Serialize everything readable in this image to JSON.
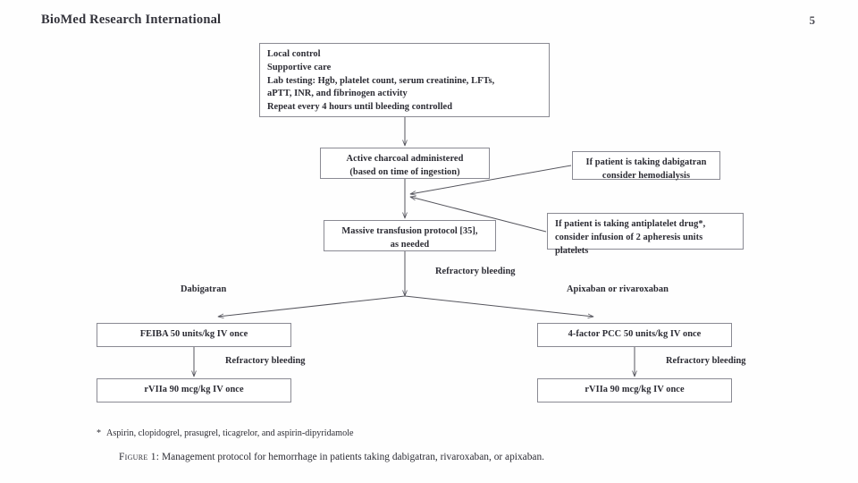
{
  "page": {
    "running_head": "BioMed Research International",
    "folio": "5"
  },
  "figure": {
    "nodes": {
      "initial": {
        "name": "initial-management-box",
        "lines": [
          "Local control",
          "Supportive care",
          "Lab testing: Hgb, platelet count, serum creatinine, LFTs,",
          "aPTT, INR, and fibrinogen activity",
          "Repeat every 4 hours until bleeding controlled"
        ]
      },
      "charcoal": {
        "name": "activated-charcoal-box",
        "lines": [
          "Active charcoal administered",
          "(based on time of ingestion)"
        ]
      },
      "dabigatran_hemodialysis": {
        "name": "dabigatran-hemodialysis-box",
        "lines": [
          "If patient is taking dabigatran",
          "consider hemodialysis"
        ]
      },
      "antiplatelet": {
        "name": "antiplatelet-platelets-box",
        "lines": [
          "If patient is taking antiplatelet drug*,",
          "consider infusion of 2 apheresis units",
          "platelets"
        ]
      },
      "mtp": {
        "name": "massive-transfusion-protocol-box",
        "lines": [
          "Massive transfusion protocol [35],",
          "as needed"
        ]
      },
      "feiba": {
        "name": "feiba-box",
        "lines": [
          "FEIBA 50 units/kg IV once"
        ]
      },
      "rviia_left": {
        "name": "rviia-left-box",
        "lines": [
          "rVIIa 90 mcg/kg IV once"
        ]
      },
      "pcc": {
        "name": "four-factor-pcc-box",
        "lines": [
          "4-factor PCC 50 units/kg IV once"
        ]
      },
      "rviia_right": {
        "name": "rviia-right-box",
        "lines": [
          "rVIIa 90 mcg/kg IV once"
        ]
      }
    },
    "edge_labels": {
      "refractory_top": "Refractory bleeding",
      "dabigatran": "Dabigatran",
      "apixaban_or_rivaroxaban": "Apixaban or rivaroxaban",
      "refractory_left": "Refractory bleeding",
      "refractory_right": "Refractory bleeding"
    },
    "footnote": {
      "marker": "*",
      "text": "Aspirin, clopidogrel, prasugrel, ticagrelor, and aspirin-dipyridamole"
    },
    "caption": {
      "figure_number": "Figure 1:",
      "text": "Management protocol for hemorrhage in patients taking dabigatran, rivaroxaban, or apixaban."
    }
  },
  "colors": {
    "page_background": "#fefefe",
    "text": "#2b2b33",
    "box_border": "#8a8a93",
    "connector": "#55555d"
  }
}
